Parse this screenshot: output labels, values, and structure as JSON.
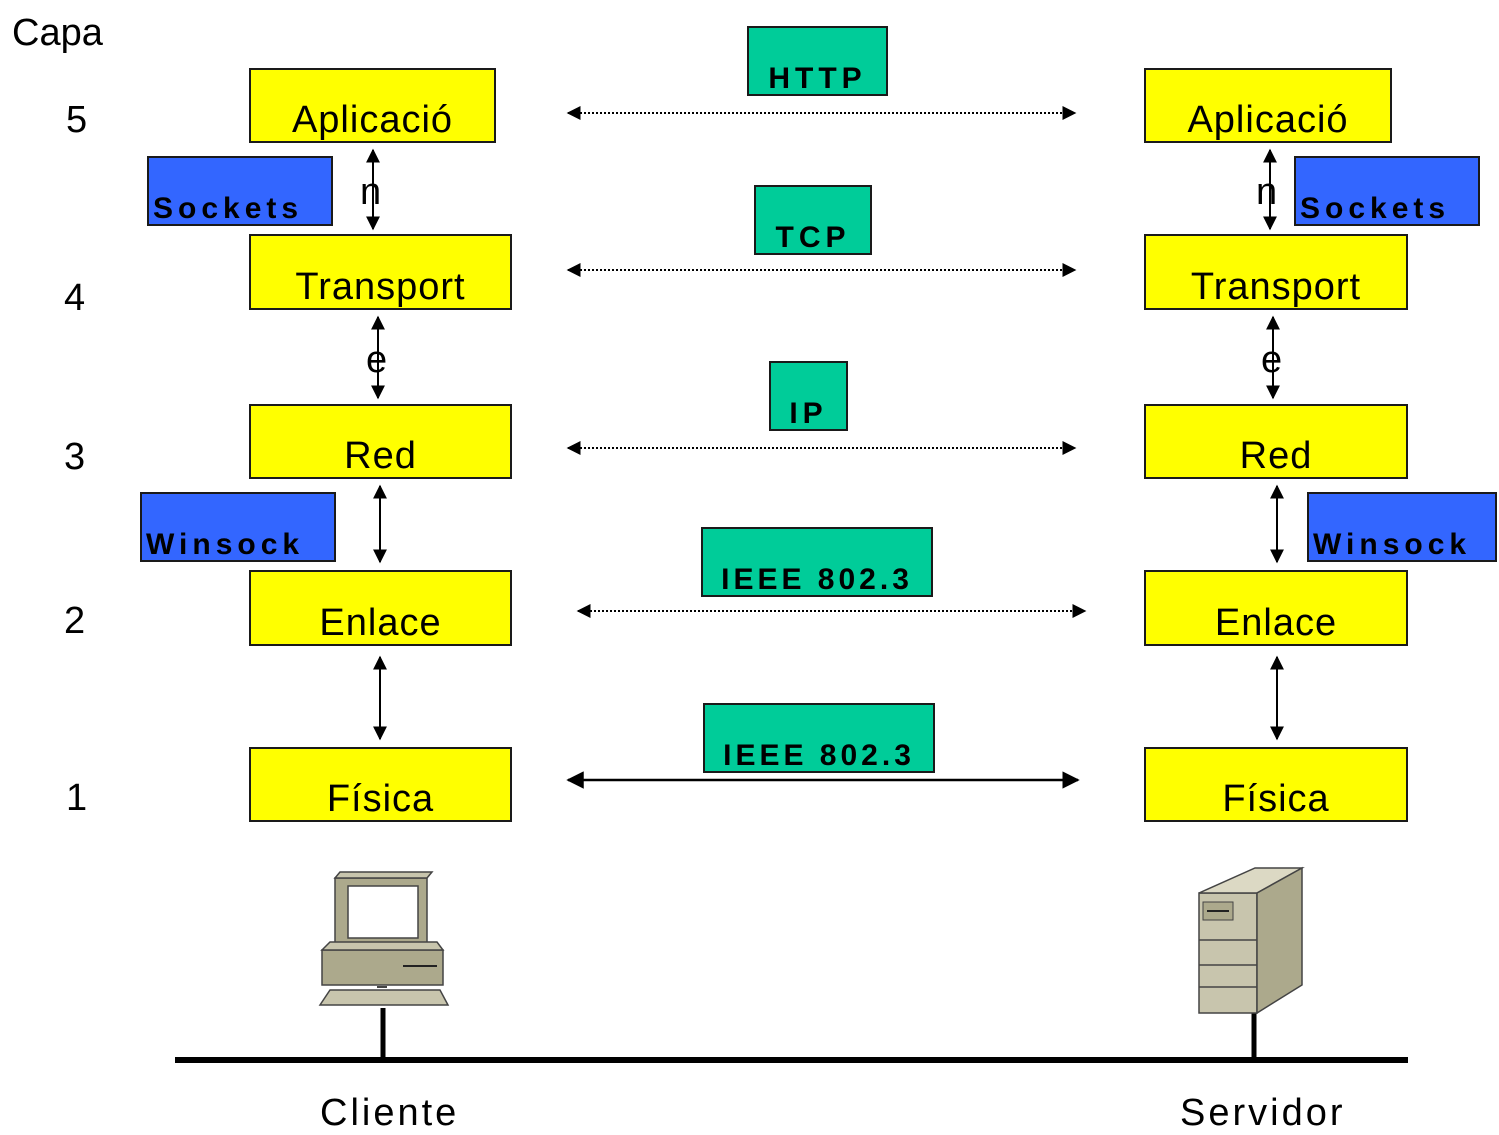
{
  "header": {
    "capa_label": "Capa"
  },
  "layer_numbers": [
    "5",
    "4",
    "3",
    "2",
    "1"
  ],
  "client_layers": [
    "Aplicació",
    "Transport",
    "Red",
    "Enlace",
    "Física"
  ],
  "server_layers": [
    "Aplicació",
    "Transport",
    "Red",
    "Enlace",
    "Física"
  ],
  "protocols": [
    "HTTP",
    "TCP",
    "IP",
    "IEEE 802.3",
    "IEEE 802.3"
  ],
  "apis": {
    "sockets": "Sockets",
    "winsock": "Winsock"
  },
  "fragments": {
    "n": "n",
    "e": "e"
  },
  "footer": {
    "client": "Cliente",
    "server": "Servidor"
  },
  "colors": {
    "layer": "#ffff00",
    "protocol": "#00cc99",
    "api": "#3366ff"
  },
  "icons": {
    "client": "desktop-computer-icon",
    "server": "server-tower-icon"
  }
}
